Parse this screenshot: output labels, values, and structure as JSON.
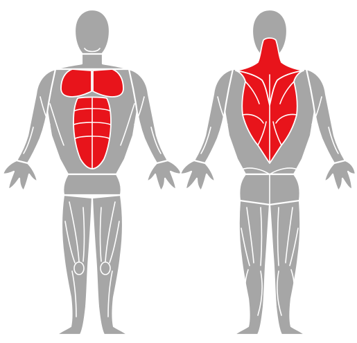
{
  "figure": {
    "views": [
      "front",
      "back"
    ],
    "colors": {
      "background": "#ffffff",
      "muscle_base": "#a6a6a6",
      "muscle_highlight": "#e8141b",
      "separator_lines": "#ffffff",
      "outline": "#d2d2d2"
    },
    "highlighted_muscles": {
      "front": [
        "pectoralis-major",
        "rectus-abdominis"
      ],
      "back": [
        "trapezius",
        "latissimus-dorsi"
      ]
    }
  }
}
